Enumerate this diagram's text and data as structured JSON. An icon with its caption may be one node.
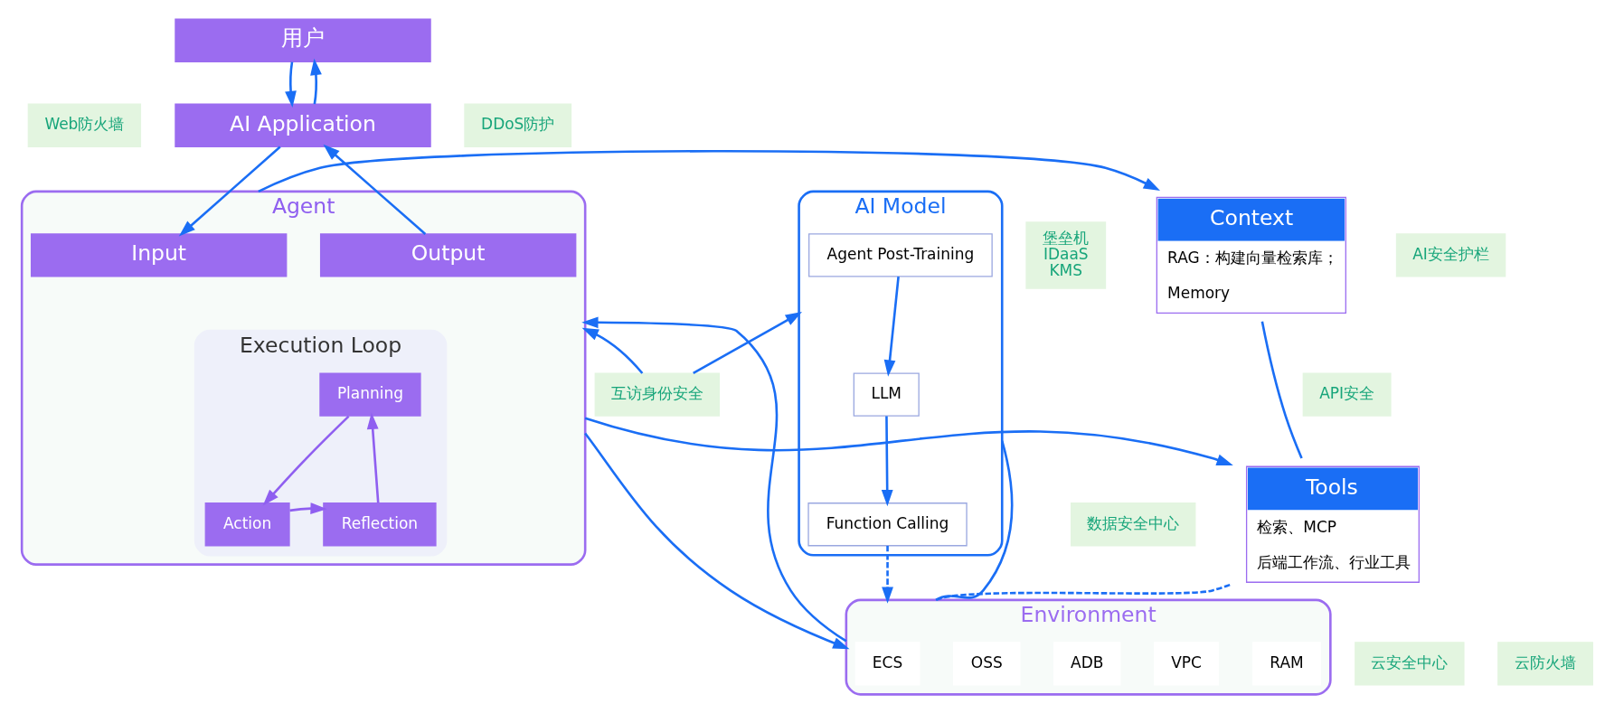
{
  "diagram": {
    "nodes": [
      {
        "text": [
          "用户"
        ]
      },
      {
        "text": [
          "AI Application"
        ]
      },
      {
        "text": [
          "Web防火墙"
        ]
      },
      {
        "text": [
          "DDoS防护"
        ]
      },
      {
        "text": [
          "Context",
          "RAG：构建向量检索库；",
          "Memory"
        ]
      },
      {
        "text": [
          "Tools",
          "检索、MCP",
          "后端工作流、行业工具"
        ]
      },
      {
        "text": [
          "Agent"
        ]
      },
      {
        "text": [
          "Input"
        ],
        "in": 6
      },
      {
        "text": [
          "Output"
        ],
        "in": 6
      },
      {
        "text": [
          "Execution Loop"
        ],
        "in": 6
      },
      {
        "text": [
          "Planning"
        ],
        "in": 9
      },
      {
        "text": [
          "Action"
        ],
        "in": 9
      },
      {
        "text": [
          "Reflection"
        ],
        "in": 9
      },
      {
        "text": [
          "AI Model"
        ]
      },
      {
        "text": [
          "Agent Post-Training"
        ],
        "in": 13
      },
      {
        "text": [
          "LLM"
        ],
        "in": 13
      },
      {
        "text": [
          "Function Calling"
        ],
        "in": 13
      },
      {
        "text": [
          "互访身份安全"
        ]
      },
      {
        "text": [
          "Environment"
        ]
      },
      {
        "text": [
          "ECS"
        ],
        "in": 18
      },
      {
        "text": [
          "OSS"
        ],
        "in": 18
      },
      {
        "text": [
          "ADB"
        ],
        "in": 18
      },
      {
        "text": [
          "VPC"
        ],
        "in": 18
      },
      {
        "text": [
          "RAM"
        ],
        "in": 18
      },
      {
        "text": [
          "堡垒机",
          "IDaaS",
          "KMS"
        ]
      },
      {
        "text": [
          "API安全"
        ]
      },
      {
        "text": [
          "数据安全中心"
        ]
      },
      {
        "text": [
          "AI安全护栏"
        ]
      },
      {
        "text": [
          "云安全中心"
        ]
      },
      {
        "text": [
          "云防火墙"
        ]
      }
    ],
    "edges": [
      {
        "from": 0,
        "to": 1,
        "arrow": "to"
      },
      {
        "from": 1,
        "to": 0,
        "arrow": "to"
      },
      {
        "from": 1,
        "to": 7,
        "arrow": "to"
      },
      {
        "from": 8,
        "to": 1,
        "arrow": "to"
      },
      {
        "from": 6,
        "to": 4,
        "arrow": "to"
      },
      {
        "from": 6,
        "to": 5,
        "arrow": "to"
      },
      {
        "from": 4,
        "to": 5,
        "arrow": "none"
      },
      {
        "from": 10,
        "to": 11,
        "arrow": "to",
        "color": "#8f5ff0"
      },
      {
        "from": 11,
        "to": 12,
        "arrow": "to",
        "color": "#8f5ff0"
      },
      {
        "from": 12,
        "to": 10,
        "arrow": "to",
        "color": "#8f5ff0"
      },
      {
        "from": 17,
        "to": 6,
        "arrow": "to"
      },
      {
        "from": 17,
        "to": 13,
        "arrow": "to"
      },
      {
        "from": 14,
        "to": 15,
        "arrow": "to"
      },
      {
        "from": 15,
        "to": 16,
        "arrow": "to"
      },
      {
        "from": 6,
        "to": 18,
        "arrow": "to"
      },
      {
        "from": 18,
        "to": 6,
        "arrow": "to"
      },
      {
        "from": 5,
        "to": 18,
        "arrow": "none",
        "style": "dashed"
      },
      {
        "from": 13,
        "to": 18,
        "arrow": "none"
      },
      {
        "from": 16,
        "to": 18,
        "arrow": "to",
        "style": "dashed"
      }
    ]
  }
}
